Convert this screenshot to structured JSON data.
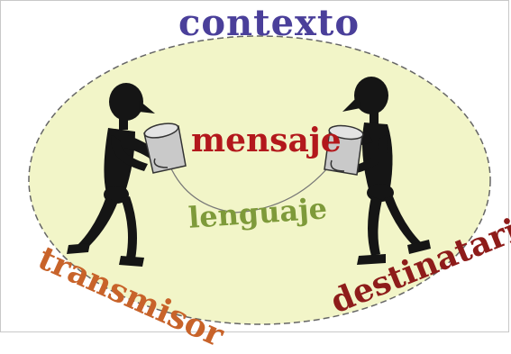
{
  "diagram": {
    "context_label": "contexto",
    "message_label": "mensaje",
    "language_label": "lenguaje",
    "sender_label": "transmisor",
    "receiver_label": "destinatario"
  },
  "colors": {
    "context": "#4a3f9a",
    "message": "#b3181c",
    "language": "#7e9a3a",
    "sender": "#c8632a",
    "receiver": "#8e1c1a",
    "ellipse_fill": "#f2f5c8",
    "ellipse_stroke": "#666666",
    "figure": "#151515",
    "cup": "#c9c9c9"
  },
  "icons": {
    "sender": "stick-figure-holding-cup-icon",
    "receiver": "stick-figure-holding-cup-icon",
    "string": "string-telephone-line"
  }
}
